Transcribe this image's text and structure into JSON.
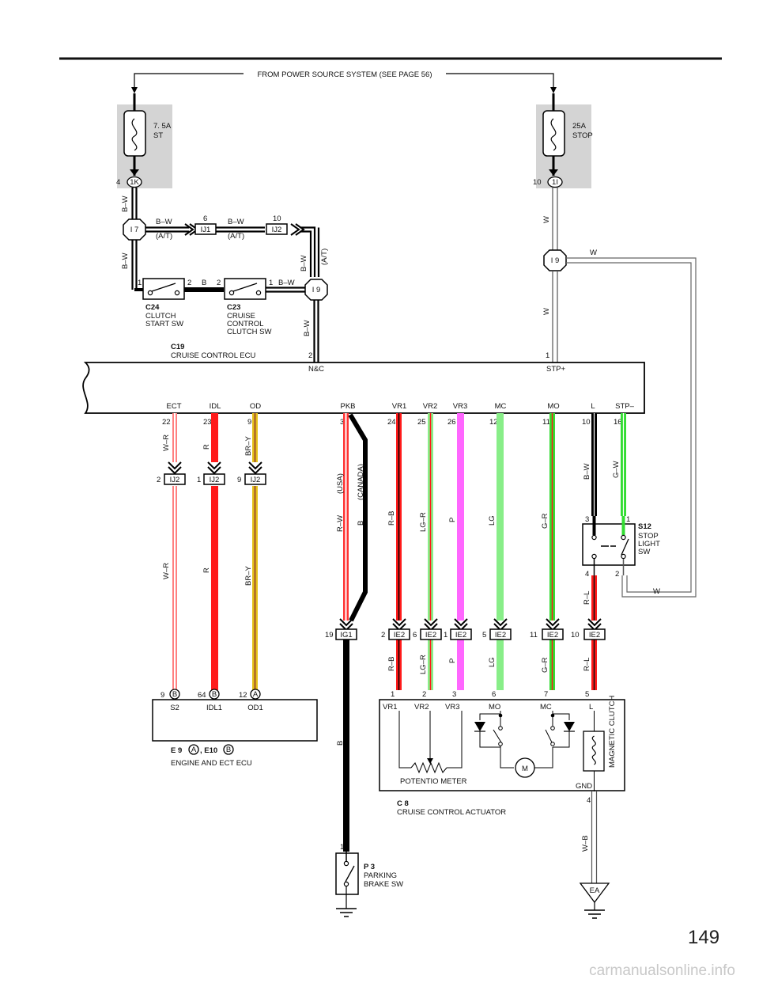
{
  "header": {
    "source_note": "FROM POWER SOURCE SYSTEM (SEE PAGE 56)"
  },
  "fuses": [
    {
      "rating": "7. 5A",
      "name": "ST",
      "pin": "4",
      "connector": "1K"
    },
    {
      "rating": "25A",
      "name": "STOP",
      "pin": "10",
      "connector": "1I"
    }
  ],
  "junctions": {
    "i7": "I 7",
    "i9": "I 9"
  },
  "connectors": {
    "ij1": "IJ1",
    "ij2": "IJ2",
    "ie2": "IE2",
    "ig1": "IG1"
  },
  "wire_colors": {
    "b_w": "B–W",
    "w": "W",
    "b": "B",
    "w_r": "W–R",
    "r": "R",
    "br_y": "BR–Y",
    "r_w": "R–W",
    "r_b": "R–B",
    "lg_r": "LG–R",
    "p": "P",
    "lg": "LG",
    "g_r": "G–R",
    "g_w": "G–W",
    "r_l": "R–L",
    "w_b": "W–B"
  },
  "notes": {
    "at": "(A/T)",
    "usa": "(USA)",
    "canada": "(CANADA)"
  },
  "pins": {
    "p6": "6",
    "p10": "10",
    "p1": "1",
    "p2": "2",
    "p3": "3",
    "p4": "4",
    "p5": "5",
    "p7": "7",
    "p9": "9",
    "p11": "11",
    "p12": "12",
    "p16": "16",
    "p19": "19",
    "p22": "22",
    "p23": "23",
    "p24": "24",
    "p25": "25",
    "p26": "26",
    "p64": "64"
  },
  "components": {
    "c24": {
      "id": "C24",
      "line1": "CLUTCH",
      "line2": "START SW"
    },
    "c23": {
      "id": "C23",
      "line1": "CRUISE",
      "line2": "CONTROL",
      "line3": "CLUTCH SW"
    },
    "c19": {
      "id": "C19",
      "name": "CRUISE CONTROL ECU"
    },
    "s12": {
      "id": "S12",
      "line1": "STOP",
      "line2": "LIGHT",
      "line3": "SW"
    },
    "e9": {
      "id": "E 9",
      "sep": ", E10",
      "name": "ENGINE AND ECT ECU"
    },
    "c8": {
      "id": "C 8",
      "name": "CRUISE CONTROL ACTUATOR"
    },
    "p3": {
      "id": "P 3",
      "line1": "PARKING",
      "line2": "BRAKE SW"
    }
  },
  "ecu_terminals": {
    "nc": "N&C",
    "stp_plus": "STP+",
    "ect": "ECT",
    "idl": "IDL",
    "od": "OD",
    "pkb": "PKB",
    "vr1": "VR1",
    "vr2": "VR2",
    "vr3": "VR3",
    "mc": "MC",
    "mo": "MO",
    "l": "L",
    "stp_minus": "STP–"
  },
  "engine_ecu_terminals": {
    "s2": "S2",
    "idl1": "IDL1",
    "od1": "OD1",
    "conn_a": "A",
    "conn_b": "B"
  },
  "actuator_terminals": {
    "vr1": "VR1",
    "vr2": "VR2",
    "vr3": "VR3",
    "mo": "MO",
    "mc": "MC",
    "l": "L",
    "gnd": "GND",
    "motor": "M",
    "potentiometer": "POTENTIO METER",
    "clutch": "MAGNETIC CLUTCH"
  },
  "ground": {
    "ea": "EA"
  },
  "page_number": "149",
  "watermark": "carmanualsonline.info",
  "colors": {
    "red": "#ff1a1a",
    "pink": "#ff66ff",
    "green": "#66ee66",
    "yellow": "#e6c21a",
    "black": "#000000",
    "gray_fill": "#d4d4d4"
  }
}
